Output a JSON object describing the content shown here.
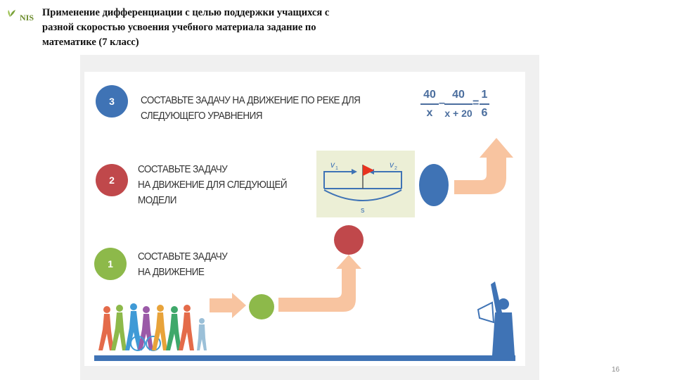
{
  "header": {
    "logo_text": "NIS",
    "title": "Применение дифференциации с целью поддержки учащихся  с разной скоростью усвоения учебного материала задание по математике (7 класс)"
  },
  "tasks": [
    {
      "number": "3",
      "text_line1": "СОСТАВЬТЕ ЗАДАЧУ НА ДВИЖЕНИЕ ПО РЕКЕ ДЛЯ",
      "text_line2": "СЛЕДУЮЩЕГО УРАВНЕНИЯ",
      "color": "#3f73b5"
    },
    {
      "number": "2",
      "text_line1": "СОСТАВЬТЕ ЗАДАЧУ",
      "text_line2": "НА ДВИЖЕНИЕ ДЛЯ СЛЕДУЮЩЕЙ",
      "text_line3": "МОДЕЛИ",
      "color": "#c0484b"
    },
    {
      "number": "1",
      "text_line1": "СОСТАВЬТЕ ЗАДАЧУ",
      "text_line2": "НА ДВИЖЕНИЕ",
      "color": "#8db94a"
    }
  ],
  "model": {
    "v1": "v",
    "v1_sub": "1",
    "v2": "v",
    "v2_sub": "2",
    "s": "s"
  },
  "equation": {
    "frac1_num": "40",
    "frac1_den": "x",
    "minus": "–",
    "frac2_num": "40",
    "frac2_den": "x + 20",
    "equals": "=",
    "frac3_num": "1",
    "frac3_den": "6"
  },
  "page_number": "16"
}
